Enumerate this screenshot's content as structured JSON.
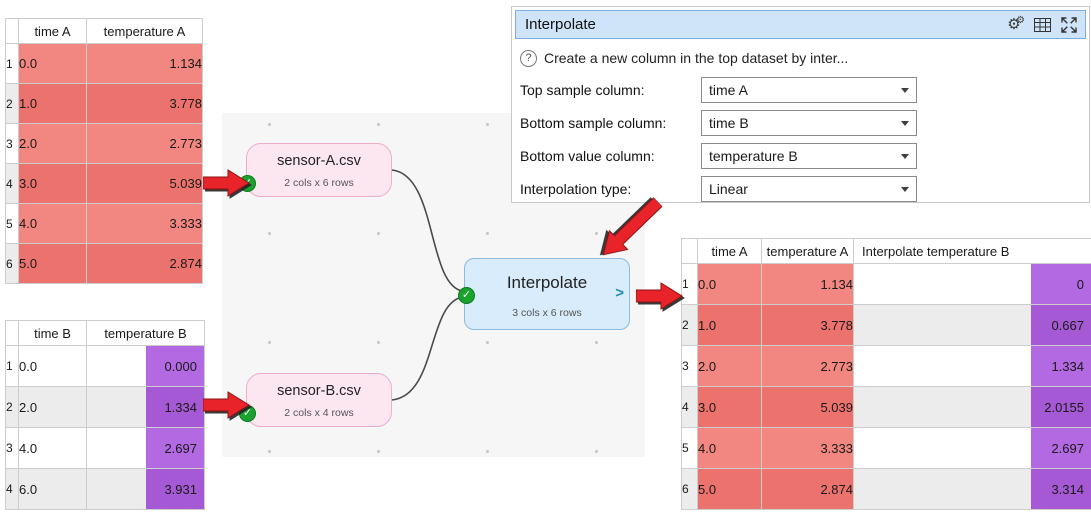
{
  "colors": {
    "red_odd": "#f28680",
    "red_even": "#ec736d",
    "purple_odd": "#b269e1",
    "purple_even": "#a659d4",
    "row_even": "#ececec",
    "node_pink_bg": "#fce7f0",
    "node_pink_border": "#eeaccb",
    "node_blue_bg": "#d9ecfb",
    "node_blue_border": "#8abbe0",
    "arrow_red": "#e8242a",
    "check_green": "#1aa22f",
    "titlebar_bg": "#cfe4f8",
    "titlebar_border": "#7eaede",
    "canvas_bg": "#f6f6f6",
    "out_arrow_teal": "#1c8ca8"
  },
  "tables": {
    "sensor_a": {
      "headers": [
        "time A",
        "temperature A"
      ],
      "rows": [
        {
          "n": "1",
          "time": "0.0",
          "temp": "1.134"
        },
        {
          "n": "2",
          "time": "1.0",
          "temp": "3.778"
        },
        {
          "n": "3",
          "time": "2.0",
          "temp": "2.773"
        },
        {
          "n": "4",
          "time": "3.0",
          "temp": "5.039"
        },
        {
          "n": "5",
          "time": "4.0",
          "temp": "3.333"
        },
        {
          "n": "6",
          "time": "5.0",
          "temp": "2.874"
        }
      ]
    },
    "sensor_b": {
      "headers": [
        "time B",
        "temperature B"
      ],
      "rows": [
        {
          "n": "1",
          "time": "0.0",
          "temp": "0.000"
        },
        {
          "n": "2",
          "time": "2.0",
          "temp": "1.334"
        },
        {
          "n": "3",
          "time": "4.0",
          "temp": "2.697"
        },
        {
          "n": "4",
          "time": "6.0",
          "temp": "3.931"
        }
      ]
    },
    "result": {
      "headers": [
        "time A",
        "temperature A",
        "Interpolate temperature B"
      ],
      "rows": [
        {
          "n": "1",
          "time": "0.0",
          "temp": "1.134",
          "interp": "0"
        },
        {
          "n": "2",
          "time": "1.0",
          "temp": "3.778",
          "interp": "0.667"
        },
        {
          "n": "3",
          "time": "2.0",
          "temp": "2.773",
          "interp": "1.334"
        },
        {
          "n": "4",
          "time": "3.0",
          "temp": "5.039",
          "interp": "2.0155"
        },
        {
          "n": "5",
          "time": "4.0",
          "temp": "3.333",
          "interp": "2.697"
        },
        {
          "n": "6",
          "time": "5.0",
          "temp": "2.874",
          "interp": "3.314"
        }
      ]
    }
  },
  "canvas": {
    "nodes": {
      "sensor_a": {
        "label": "sensor-A.csv",
        "sublabel": "2 cols x 6 rows"
      },
      "sensor_b": {
        "label": "sensor-B.csv",
        "sublabel": "2 cols x 4 rows"
      },
      "interpolate": {
        "label": "Interpolate",
        "sublabel": "3 cols x 6 rows",
        "output_port": ">"
      }
    },
    "status_check": "✓"
  },
  "dialog": {
    "title": "Interpolate",
    "help_icon": "?",
    "help_text": "Create a new column in the top dataset by inter...",
    "fields": [
      {
        "label": "Top sample column:",
        "value": "time A"
      },
      {
        "label": "Bottom sample column:",
        "value": "time B"
      },
      {
        "label": "Bottom value column:",
        "value": "temperature B"
      },
      {
        "label": "Interpolation type:",
        "value": "Linear"
      }
    ]
  }
}
